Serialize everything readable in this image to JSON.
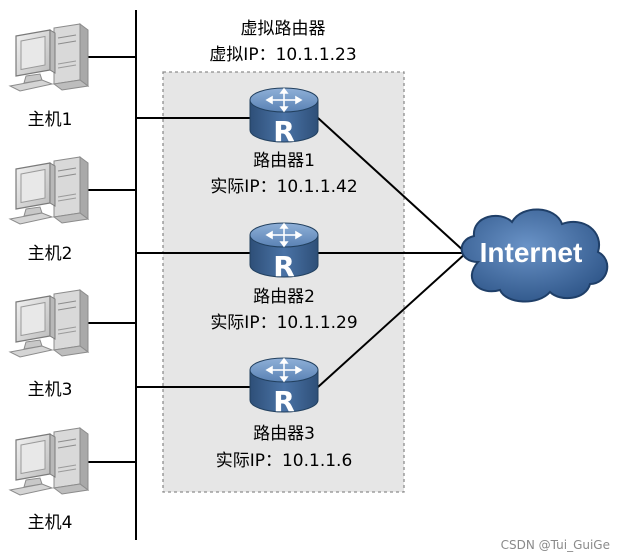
{
  "group": {
    "title": "虚拟路由器",
    "virtual_ip": "虚拟IP：10.1.1.23"
  },
  "hosts": [
    {
      "label": "主机1"
    },
    {
      "label": "主机2"
    },
    {
      "label": "主机3"
    },
    {
      "label": "主机4"
    }
  ],
  "routers": [
    {
      "name": "路由器1",
      "ip": "实际IP：10.1.1.42",
      "icon_letter": "R"
    },
    {
      "name": "路由器2",
      "ip": "实际IP：10.1.1.29",
      "icon_letter": "R"
    },
    {
      "name": "路由器3",
      "ip": "实际IP：10.1.1.6",
      "icon_letter": "R"
    }
  ],
  "cloud": {
    "label": "Internet"
  },
  "watermark": "CSDN @Tui_GuiGe",
  "colors": {
    "router_body": "#3a5f8e",
    "router_top": "#6f95c2",
    "cloud_fill": "#4470a6",
    "group_fill": "#e6e6e6",
    "line": "#000000"
  }
}
